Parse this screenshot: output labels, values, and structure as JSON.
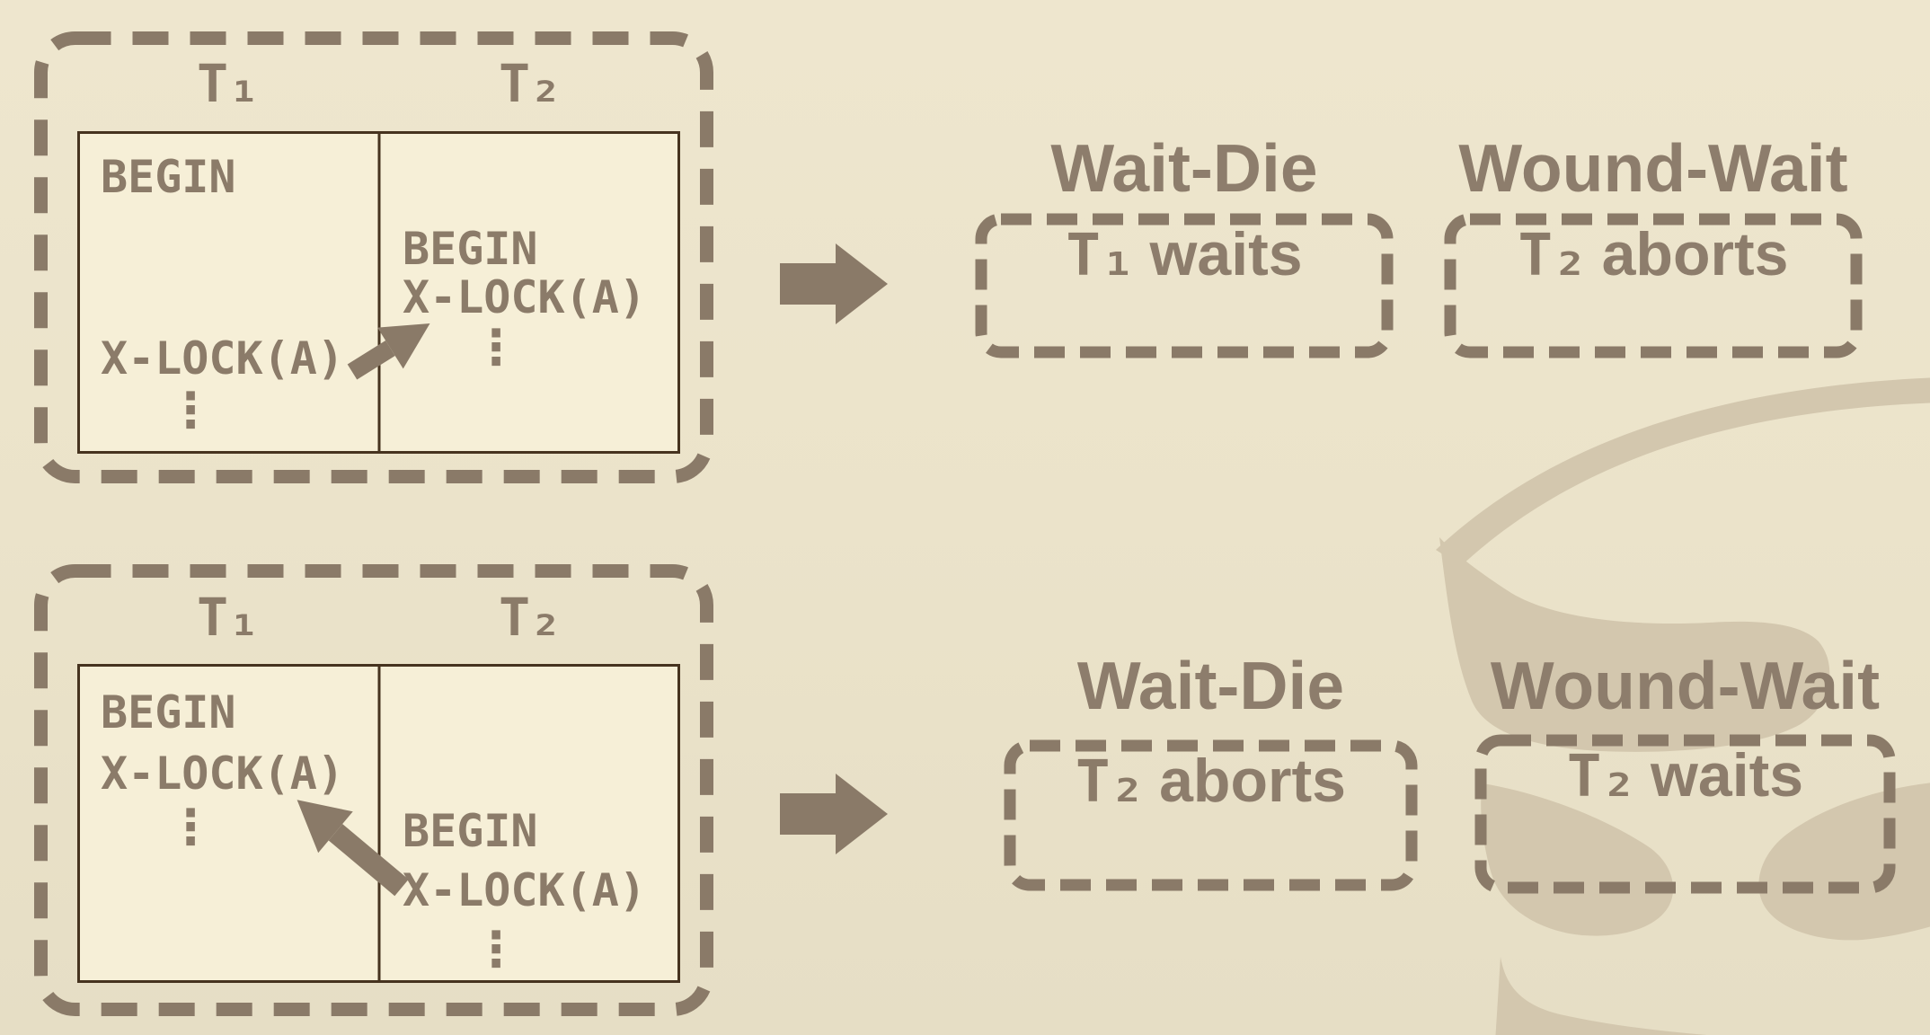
{
  "palette": {
    "background": "#ece4cb",
    "table_fill": "#f6efd7",
    "ink": "#8a7a68",
    "code_text": "#8b7b69",
    "title_text": "#8d7d6c",
    "table_border": "#46331f",
    "cylinder_fill": "#d3c7ae"
  },
  "icons": {
    "flow_arrow": "right-arrow",
    "conflict_arrow_1": "diagonal-up-right-arrow",
    "conflict_arrow_2": "diagonal-up-left-arrow",
    "background_graphic": "database-cylinder"
  },
  "scenarios": [
    {
      "table": {
        "headers": [
          "T₁",
          "T₂"
        ],
        "t1_lines": [
          "BEGIN",
          "X-LOCK(A)",
          "⋮"
        ],
        "t2_lines": [
          "BEGIN",
          "X-LOCK(A)",
          "⋮"
        ]
      },
      "outcomes": [
        {
          "title": "Wait-Die",
          "subject": "T₁",
          "verb": "waits"
        },
        {
          "title": "Wound-Wait",
          "subject": "T₂",
          "verb": "aborts"
        }
      ]
    },
    {
      "table": {
        "headers": [
          "T₁",
          "T₂"
        ],
        "t1_lines": [
          "BEGIN",
          "X-LOCK(A)",
          "⋮"
        ],
        "t2_lines": [
          "BEGIN",
          "X-LOCK(A)",
          "⋮"
        ]
      },
      "outcomes": [
        {
          "title": "Wait-Die",
          "subject": "T₂",
          "verb": "aborts"
        },
        {
          "title": "Wound-Wait",
          "subject": "T₂",
          "verb": "waits"
        }
      ]
    }
  ]
}
